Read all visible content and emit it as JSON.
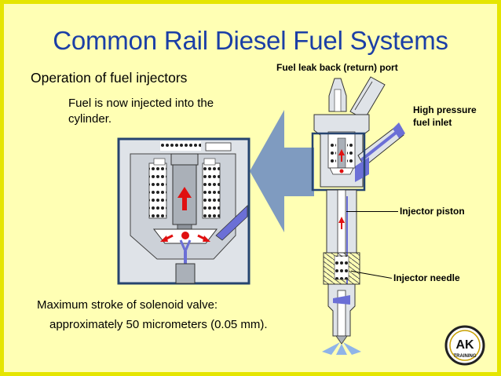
{
  "slide": {
    "title": "Common Rail Diesel Fuel Systems",
    "subtitle": "Operation of fuel injectors",
    "body_line1": "Fuel is now injected into the",
    "body_line2": "cylinder.",
    "note_line1": "Maximum stroke of solenoid valve:",
    "note_line2": "approximately 50 micrometers (0.05 mm)."
  },
  "labels": {
    "leak_back": "Fuel leak back (return) port",
    "high_pressure_1": "High pressure",
    "high_pressure_2": "fuel inlet",
    "piston": "Injector piston",
    "needle": "Injector needle"
  },
  "logo": {
    "text_main": "AK",
    "text_sub": "TRAINING"
  },
  "colors": {
    "background": "#ffffb4",
    "border": "#e5e500",
    "title": "#1b3fa6",
    "injector_body": "#dfe3e8",
    "fuel": "#6b6fd6",
    "arrow": "#e01010",
    "pointer": "#7f9bc0"
  }
}
